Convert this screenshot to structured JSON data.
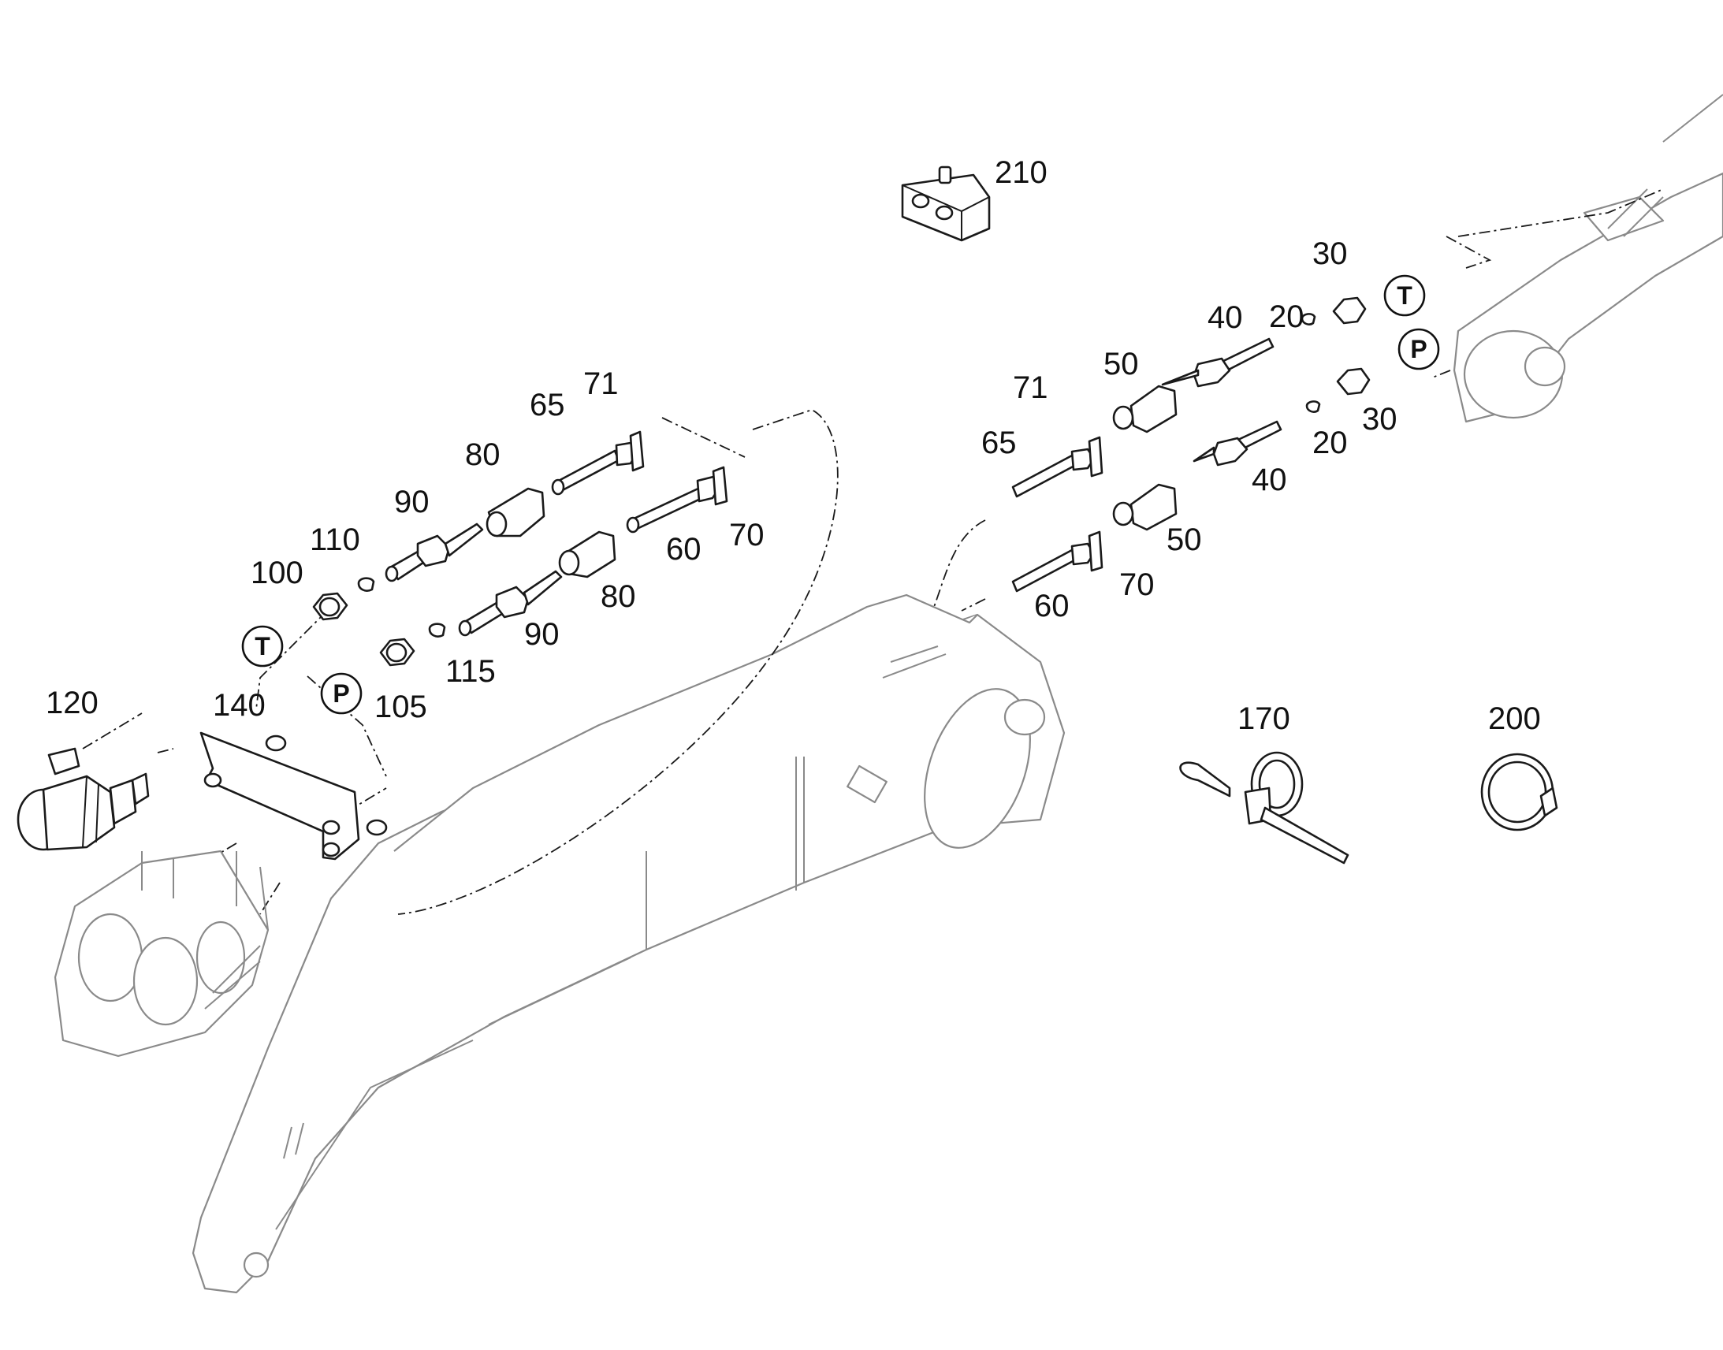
{
  "labels": {
    "l210": "210",
    "l30a": "30",
    "l20a": "20",
    "l40a": "40",
    "l50a": "50",
    "l71r": "71",
    "l65r": "65",
    "l30b": "30",
    "l20b": "20",
    "l40b": "40",
    "l50b": "50",
    "l70r": "70",
    "l60r": "60",
    "l71l": "71",
    "l65l": "65",
    "l80a": "80",
    "l90a": "90",
    "l110": "110",
    "l100": "100",
    "l70l": "70",
    "l60l": "60",
    "l80b": "80",
    "l90b": "90",
    "l115": "115",
    "l105": "105",
    "l120": "120",
    "l140": "140",
    "l170": "170",
    "l200": "200"
  },
  "markers": {
    "t_left": "T",
    "p_left": "P",
    "t_right": "T",
    "p_right": "P"
  }
}
